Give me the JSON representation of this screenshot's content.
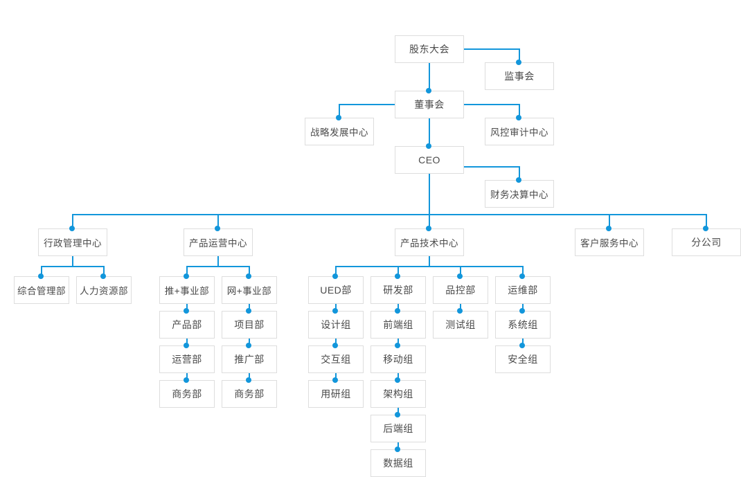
{
  "diagram": {
    "title_present": false,
    "colors": {
      "connector": "#1296db",
      "node_border": "#dddddd",
      "node_text": "#4a4a4a",
      "background": "#ffffff"
    },
    "nodes": {
      "shareholders_meeting": "股东大会",
      "supervisory_board": "监事会",
      "board_of_directors": "董事会",
      "strategy_development_center": "战略发展中心",
      "risk_audit_center": "风控审计中心",
      "ceo": "CEO",
      "finance_settlement_center": "财务决算中心",
      "admin_management_center": "行政管理中心",
      "product_operation_center": "产品运营中心",
      "product_technology_center": "产品技术中心",
      "customer_service_center": "客户服务中心",
      "branch_company": "分公司",
      "general_management_dept": "综合管理部",
      "human_resources_dept": "人力资源部",
      "tui_plus_business_unit": "推+事业部",
      "wang_plus_business_unit": "网+事业部",
      "product_dept": "产品部",
      "project_dept": "项目部",
      "operation_dept": "运营部",
      "promotion_dept": "推广部",
      "business_dept_left": "商务部",
      "business_dept_right": "商务部",
      "ued_dept": "UED部",
      "rd_dept": "研发部",
      "quality_control_dept": "品控部",
      "operations_maintenance_dept": "运维部",
      "design_group": "设计组",
      "frontend_group": "前端组",
      "test_group": "测试组",
      "system_group": "系统组",
      "interaction_group": "交互组",
      "mobile_group": "移动组",
      "security_group": "安全组",
      "user_research_group": "用研组",
      "architecture_group": "架构组",
      "backend_group": "后端组",
      "data_group": "数据组"
    }
  }
}
